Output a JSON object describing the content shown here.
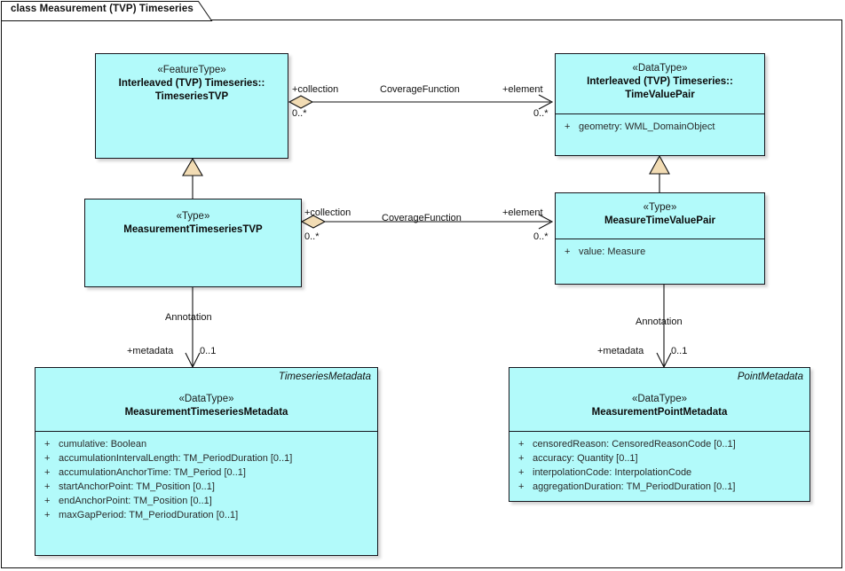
{
  "diagram": {
    "title": "class Measurement (TVP) Timeseries",
    "colors": {
      "class_fill": "#b2fafa",
      "class_border": "#16161d",
      "diamond_fill": "#f2dcb4",
      "triangle_fill": "#f2dcb4",
      "line": "#101010",
      "canvas": "#ffffff"
    }
  },
  "classes": {
    "timeseries_tvp": {
      "stereotype": "«FeatureType»",
      "name_line1": "Interleaved (TVP) Timeseries::",
      "name_line2": "TimeseriesTVP",
      "role_tag": "",
      "attributes": []
    },
    "time_value_pair": {
      "stereotype": "«DataType»",
      "name_line1": "Interleaved (TVP) Timeseries::",
      "name_line2": "TimeValuePair",
      "role_tag": "",
      "attributes": [
        {
          "visibility": "+",
          "text": "geometry: WML_DomainObject"
        }
      ]
    },
    "measurement_timeseries_tvp": {
      "stereotype": "«Type»",
      "name_line1": "MeasurementTimeseriesTVP",
      "name_line2": "",
      "role_tag": "",
      "attributes": []
    },
    "measure_time_value_pair": {
      "stereotype": "«Type»",
      "name_line1": "MeasureTimeValuePair",
      "name_line2": "",
      "role_tag": "",
      "attributes": [
        {
          "visibility": "+",
          "text": "value: Measure"
        }
      ]
    },
    "measurement_timeseries_metadata": {
      "stereotype": "«DataType»",
      "name_line1": "MeasurementTimeseriesMetadata",
      "name_line2": "",
      "role_tag": "TimeseriesMetadata",
      "attributes": [
        {
          "visibility": "+",
          "text": "cumulative: Boolean"
        },
        {
          "visibility": "+",
          "text": "accumulationIntervalLength: TM_PeriodDuration [0..1]"
        },
        {
          "visibility": "+",
          "text": "accumulationAnchorTime: TM_Period [0..1]"
        },
        {
          "visibility": "+",
          "text": "startAnchorPoint: TM_Position [0..1]"
        },
        {
          "visibility": "+",
          "text": "endAnchorPoint: TM_Position [0..1]"
        },
        {
          "visibility": "+",
          "text": "maxGapPeriod: TM_PeriodDuration [0..1]"
        }
      ]
    },
    "measurement_point_metadata": {
      "stereotype": "«DataType»",
      "name_line1": "MeasurementPointMetadata",
      "name_line2": "",
      "role_tag": "PointMetadata",
      "attributes": [
        {
          "visibility": "+",
          "text": "censoredReason: CensoredReasonCode [0..1]"
        },
        {
          "visibility": "+",
          "text": "accuracy: Quantity [0..1]"
        },
        {
          "visibility": "+",
          "text": "interpolationCode: InterpolationCode"
        },
        {
          "visibility": "+",
          "text": "aggregationDuration: TM_PeriodDuration [0..1]"
        }
      ]
    }
  },
  "associations": {
    "coverage_top": {
      "name": "CoverageFunction",
      "source_role": "+collection",
      "source_mult": "0..*",
      "target_role": "+element",
      "target_mult": "0..*"
    },
    "coverage_bottom": {
      "name": "CoverageFunction",
      "source_role": "+collection",
      "source_mult": "0..*",
      "target_role": "+element",
      "target_mult": "0..*"
    },
    "annotation_left": {
      "name": "Annotation",
      "source_role": "+metadata",
      "target_mult": "0..1"
    },
    "annotation_right": {
      "name": "Annotation",
      "source_role": "+metadata",
      "target_mult": "0..1"
    }
  }
}
